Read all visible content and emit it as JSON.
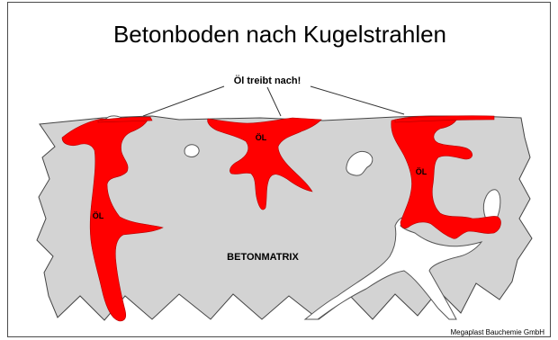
{
  "diagram": {
    "title": "Betonboden nach Kugelstrahlen",
    "callout": "Öl treibt nach!",
    "oil_labels": [
      "ÖL",
      "ÖL",
      "ÖL"
    ],
    "matrix_label": "BETONMATRIX",
    "credit": "Megaplast Bauchemie GmbH",
    "colors": {
      "concrete": "#d3d3d3",
      "oil": "#ff0000",
      "pores": "#ffffff",
      "outline": "#444444"
    }
  }
}
